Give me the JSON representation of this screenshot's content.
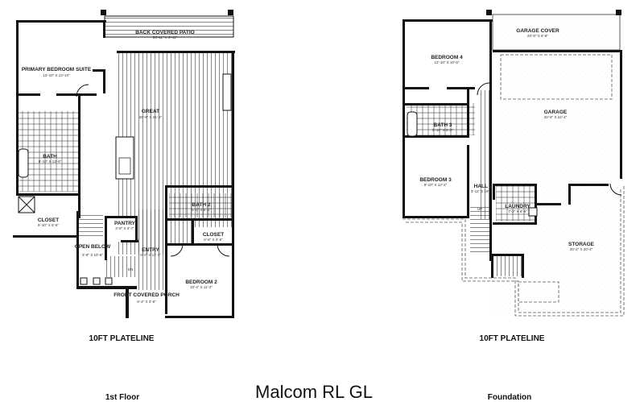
{
  "title": "Malcom RL GL",
  "first_floor": {
    "caption": "1st Floor",
    "plateline": "10FT PLATELINE",
    "rooms": [
      {
        "name": "BACK COVERED PATIO",
        "dims": "26'-11\" X 6'-11\""
      },
      {
        "name": "PRIMARY BEDROOM SUITE",
        "dims": "13'-10\" X 13'-10\""
      },
      {
        "name": "GREAT",
        "dims": "26'-9\" X 21'-2\""
      },
      {
        "name": "BATH",
        "dims": "8'-10\" X 13'-6\""
      },
      {
        "name": "CLOSET",
        "dims": "8'-10\" X 5'-6\""
      },
      {
        "name": "PANTRY",
        "dims": "3'-8\" X 3'-7\""
      },
      {
        "name": "OPEN BELOW",
        "dims": "3'-8\" X 10'-6\""
      },
      {
        "name": "ENTRY",
        "dims": "6'-2\" X 11'-1\""
      },
      {
        "name": "BATH 2",
        "dims": "5'-0\" X 8'-2\""
      },
      {
        "name": "CLOSET",
        "dims": "6'-6\" X 3'-6\""
      },
      {
        "name": "BEDROOM 2",
        "dims": "10'-4\" X 11'-2\""
      },
      {
        "name": "FRONT COVERED PORCH",
        "dims": "6'-4\" X 3'-6\""
      }
    ],
    "stair_label": "DN"
  },
  "foundation": {
    "caption": "Foundation",
    "plateline": "10FT PLATELINE",
    "rooms": [
      {
        "name": "GARAGE COVER",
        "dims": "20'-8\" X 6'-8\""
      },
      {
        "name": "BEDROOM 4",
        "dims": "12'-10\" X 10'-6\""
      },
      {
        "name": "GARAGE",
        "dims": "20'-8\" X 24'-4\""
      },
      {
        "name": "BATH 3",
        "dims": "5'-10\" X 8'-2\""
      },
      {
        "name": "BEDROOM 3",
        "dims": "9'-10\" X 12'-2\""
      },
      {
        "name": "HALL 2",
        "dims": "3'-11\" X 19'-11\""
      },
      {
        "name": "LAUNDRY",
        "dims": "7'-2\" X 6'-6\""
      },
      {
        "name": "STORAGE",
        "dims": "20'-2\" X 20'-4\""
      }
    ],
    "stair_label": "UP"
  }
}
